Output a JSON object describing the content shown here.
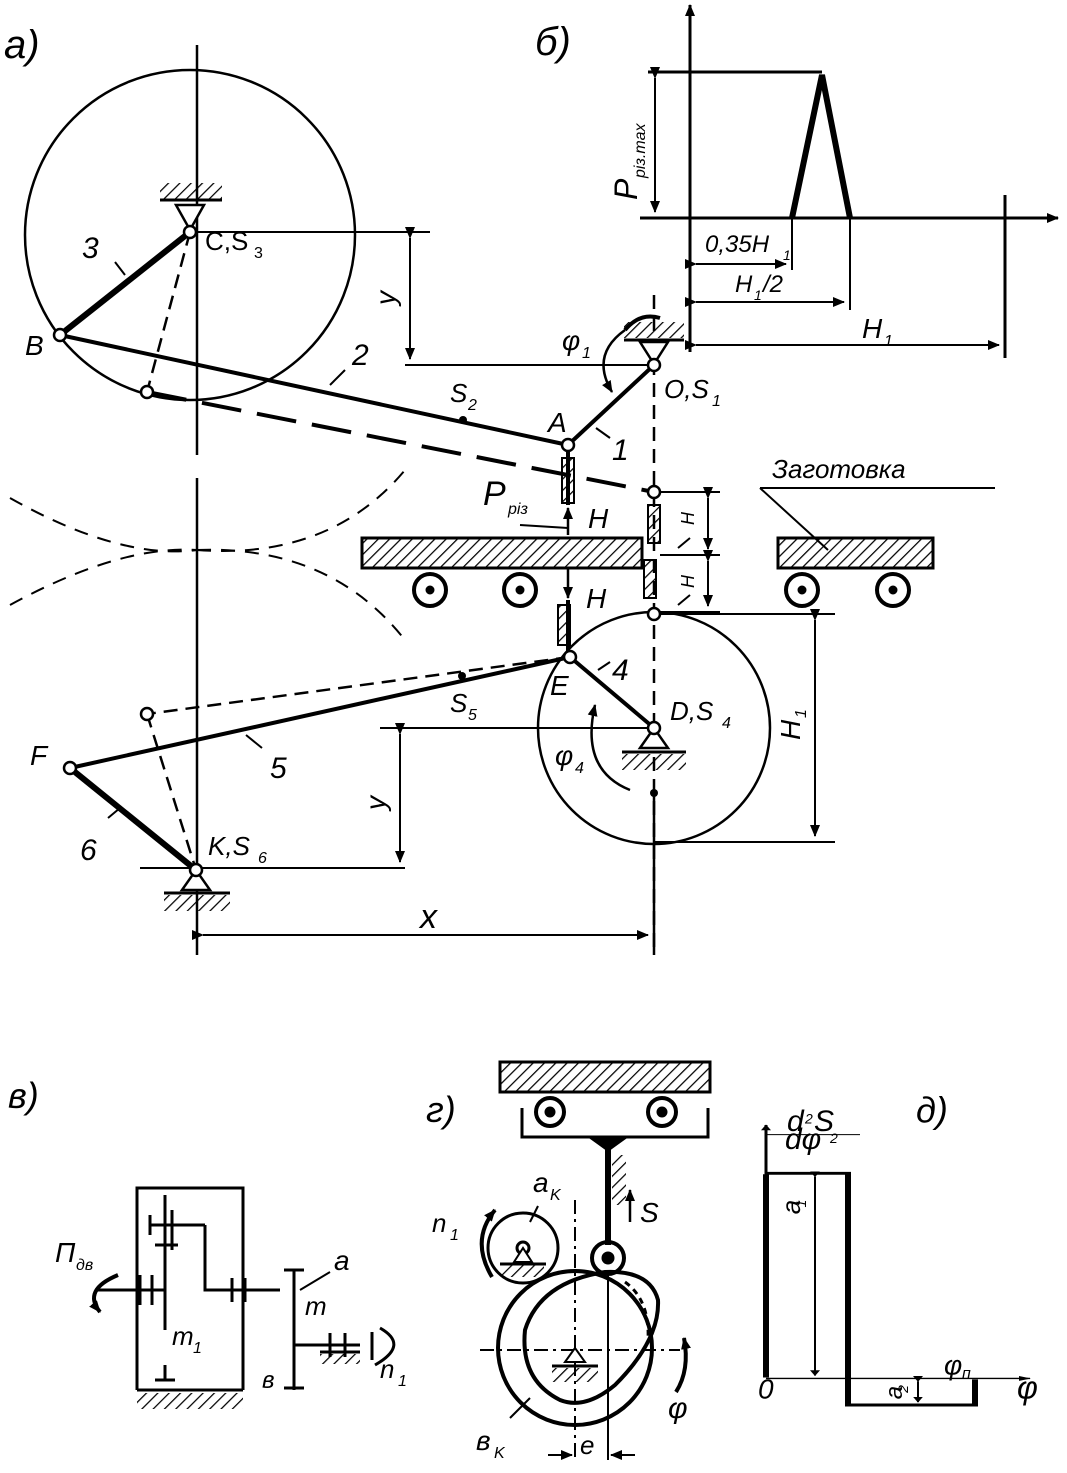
{
  "panels": {
    "a": "а)",
    "b": "б)",
    "v": "в)",
    "g": "г)",
    "d": "д)"
  },
  "a": {
    "C": "C,S",
    "C_sub": "3",
    "B": "B",
    "A": "A",
    "O": "O,S",
    "O_sub": "1",
    "S2": "S",
    "S2_sub": "2",
    "S5": "S",
    "S5_sub": "5",
    "E": "E",
    "D": "D,S",
    "D_sub": "4",
    "F": "F",
    "K": "K,S",
    "K_sub": "6",
    "n1": "1",
    "n2": "2",
    "n3": "3",
    "n4": "4",
    "n5": "5",
    "n6": "6",
    "y_top": "y",
    "y_bottom": "y",
    "x": "x",
    "phi1": "φ",
    "phi1_sub": "1",
    "phi4": "φ",
    "phi4_sub": "4",
    "P_riz": "P",
    "P_riz_sub": "різ",
    "H_upper": "H",
    "H_lower": "H",
    "H_small_1": "H",
    "H_small_2": "H",
    "H1": "H",
    "H1_sub": "1",
    "workpiece": "Заготовка"
  },
  "b": {
    "P_max": "P",
    "P_max_sub": "різ.max",
    "dim1": "0,35H",
    "dim1_sub": "1",
    "dim2": "H",
    "dim2_sub": "1",
    "dim2_tail": "/2",
    "dim3": "H",
    "dim3_sub": "1"
  },
  "v": {
    "P_dv": "П",
    "P_dv_sub": "дв",
    "a": "a",
    "m": "m",
    "m1": "m",
    "m1_sub": "1",
    "v_label": "в",
    "n1": "n",
    "n1_sub": "1"
  },
  "g": {
    "a_k": "a",
    "a_k_sub": "K",
    "n1": "n",
    "n1_sub": "1",
    "S": "S",
    "phi": "φ",
    "v_k": "в",
    "v_k_sub": "K",
    "e": "e"
  },
  "d": {
    "num": "d",
    "num_sup": "2",
    "num_tail": "S",
    "den": "dφ",
    "den_sup": "2",
    "a1": "a",
    "a1_sub": "1",
    "a2": "a",
    "a2_sub": "2",
    "phi_n": "φ",
    "phi_n_sub": "п",
    "phi": "φ",
    "zero": "0"
  }
}
